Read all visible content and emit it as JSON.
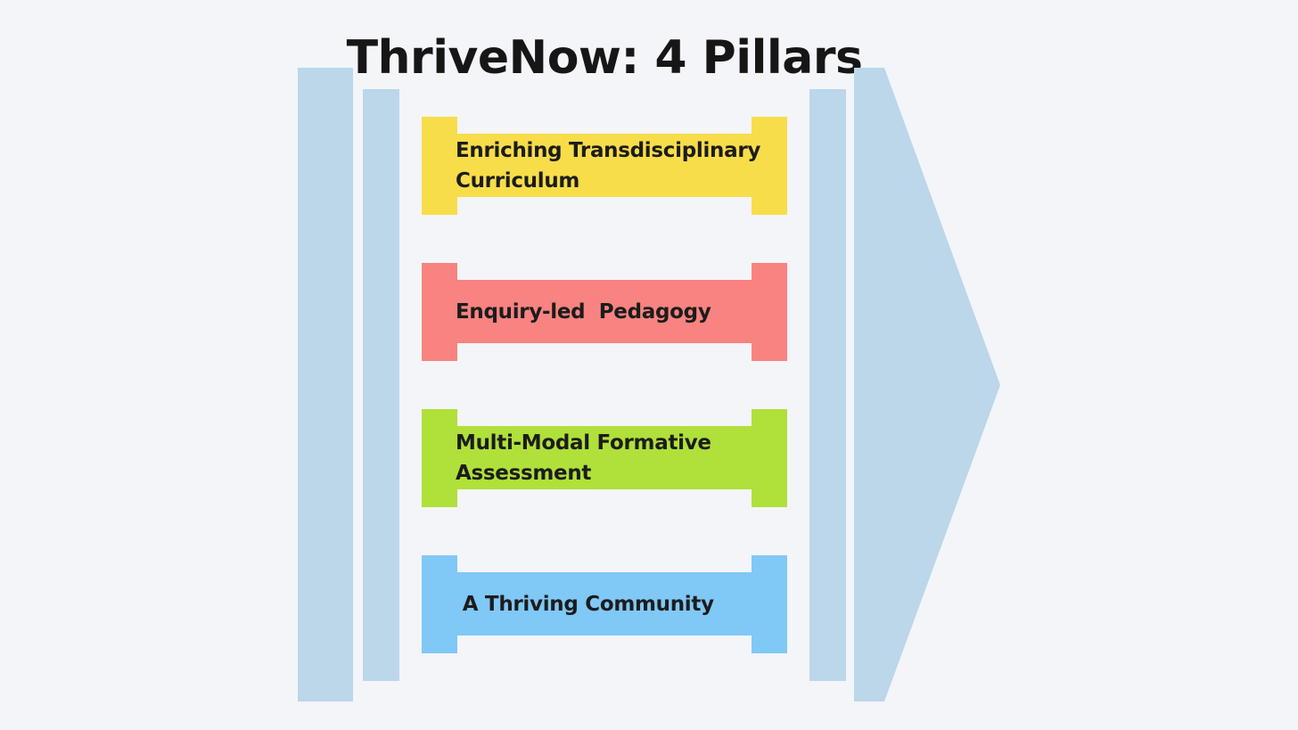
{
  "title": "ThriveNow: 4 Pillars",
  "colors": {
    "background": "#f3f5f8",
    "frame": "#bcd6ea",
    "text": "#161616"
  },
  "pillars": [
    {
      "label": "Enriching Transdisciplinary\nCurriculum",
      "color": "#f7dd4a"
    },
    {
      "label": "Enquiry-led  Pedagogy",
      "color": "#f88380"
    },
    {
      "label": "Multi-Modal Formative\nAssessment",
      "color": "#b0e03a"
    },
    {
      "label": " A Thriving Community",
      "color": "#80c8f6"
    }
  ]
}
